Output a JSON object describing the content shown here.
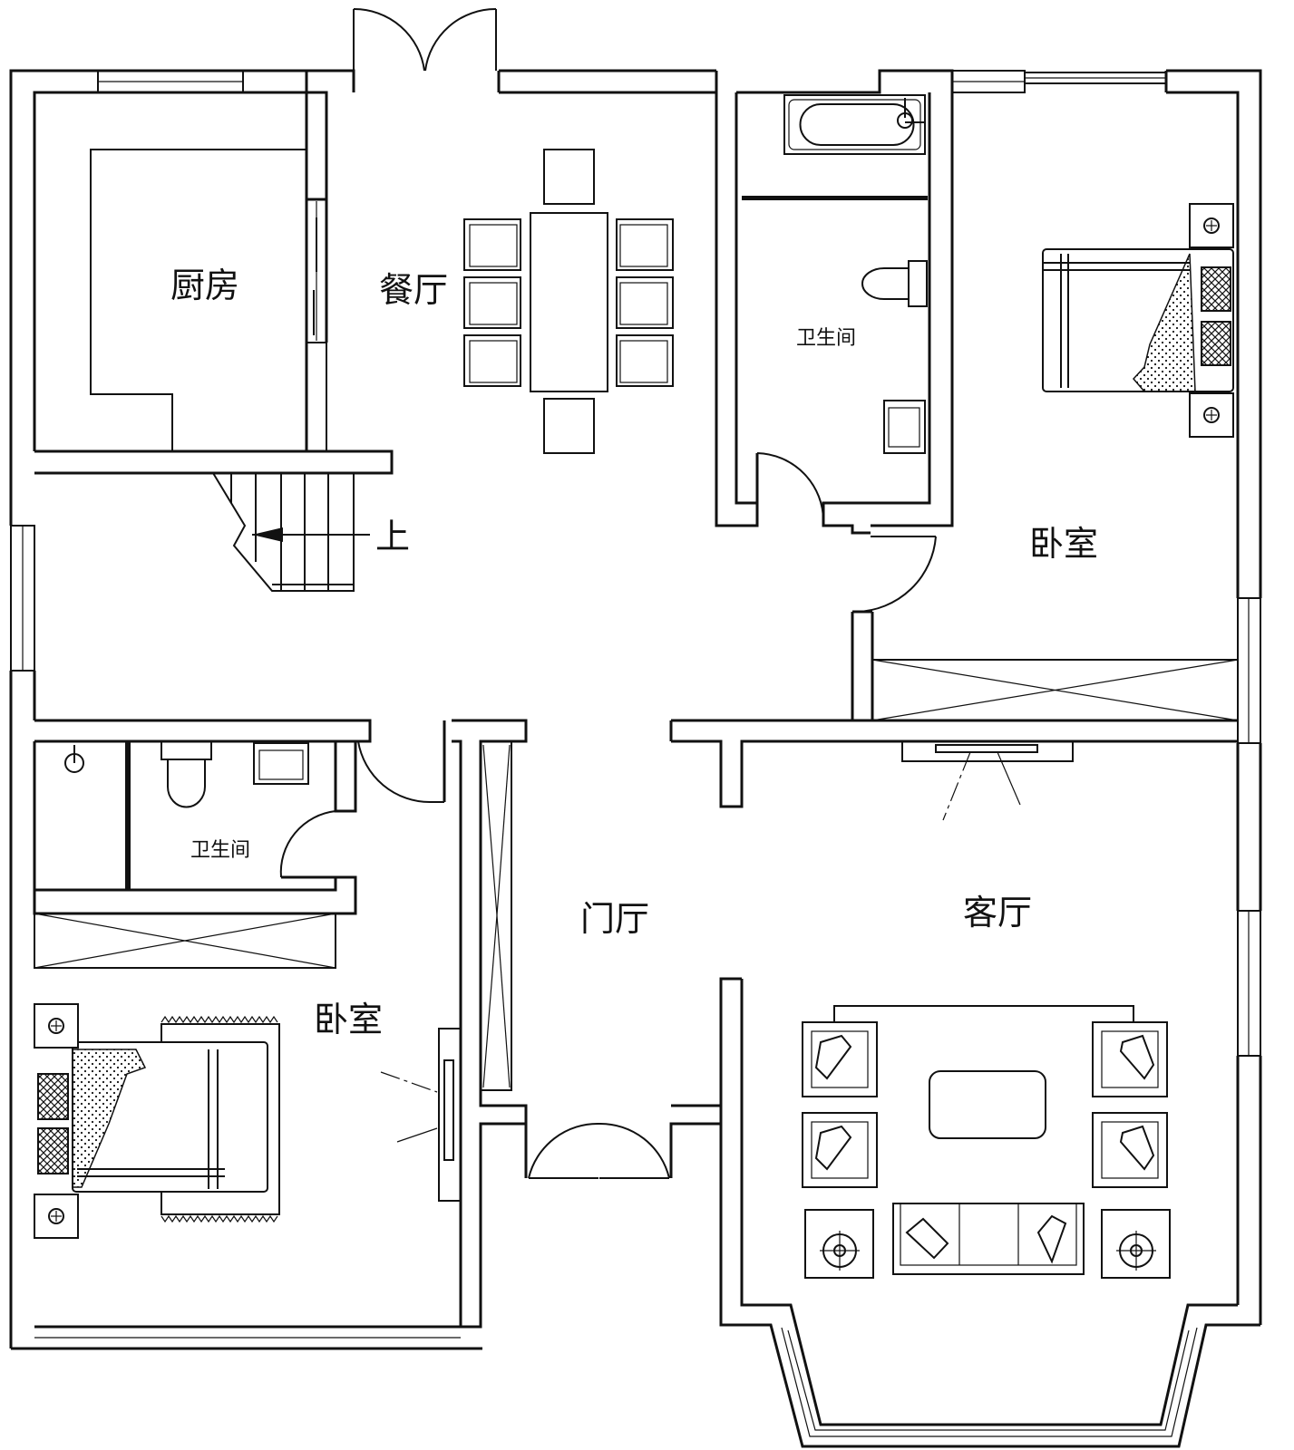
{
  "rooms": {
    "kitchen": "厨房",
    "dining": "餐厅",
    "bath_top": "卫生间",
    "bedroom_right": "卧室",
    "stairs_up": "上",
    "bath_left": "卫生间",
    "foyer": "门厅",
    "living": "客厅",
    "bedroom_left": "卧室"
  },
  "colors": {
    "line": "#111111",
    "background": "#ffffff"
  },
  "icons": [
    "door-swing-icon",
    "bathtub-icon",
    "toilet-icon",
    "sink-icon",
    "bed-icon",
    "lamp-icon",
    "sofa-icon",
    "armchair-icon",
    "dining-table-icon",
    "tv-icon",
    "wardrobe-icon",
    "stair-arrow-icon"
  ]
}
